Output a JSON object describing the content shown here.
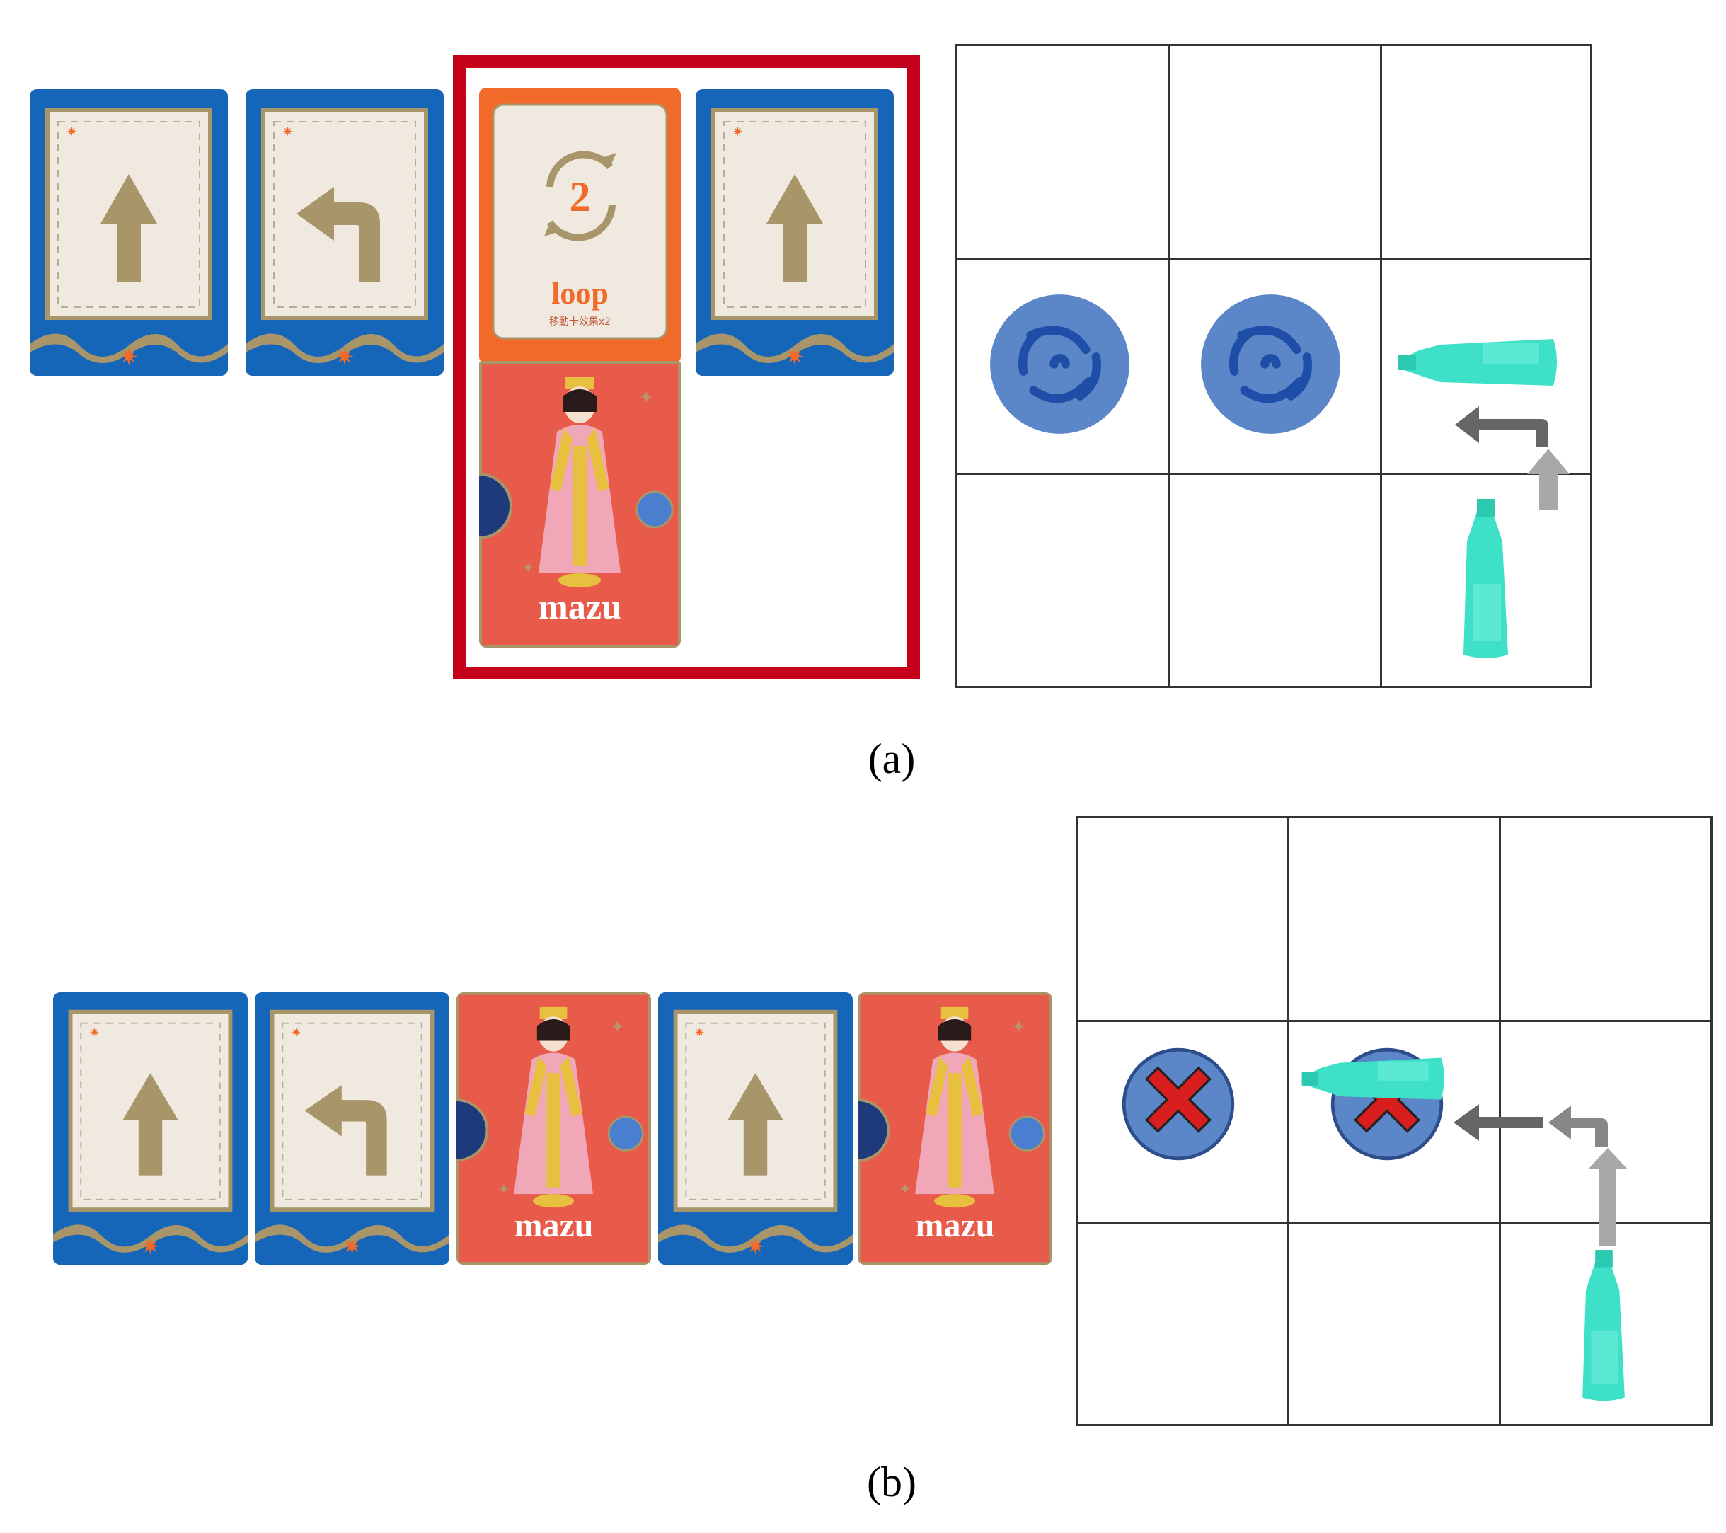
{
  "panel_a": {
    "caption": "(a)",
    "cards": [
      {
        "type": "move",
        "icon": "forward-arrow-icon"
      },
      {
        "type": "move",
        "icon": "turn-left-arrow-icon"
      },
      {
        "type": "loop",
        "count": "2",
        "title": "loop",
        "subtitle": "移動卡效果x2",
        "icon": "loop-icon"
      },
      {
        "type": "mazu",
        "label": "mazu",
        "icon": "mazu-goddess-icon"
      },
      {
        "type": "move",
        "icon": "forward-arrow-icon"
      }
    ],
    "board": {
      "rows": 3,
      "cols": 3,
      "vortices": [
        [
          1,
          0
        ],
        [
          1,
          1
        ]
      ],
      "boat_start": [
        2,
        2
      ],
      "boat_end": [
        1,
        2
      ]
    }
  },
  "panel_b": {
    "caption": "(b)",
    "cards": [
      {
        "type": "move",
        "icon": "forward-arrow-icon"
      },
      {
        "type": "move",
        "icon": "turn-left-arrow-icon"
      },
      {
        "type": "mazu",
        "label": "mazu",
        "icon": "mazu-goddess-icon"
      },
      {
        "type": "move",
        "icon": "forward-arrow-icon"
      },
      {
        "type": "mazu",
        "label": "mazu",
        "icon": "mazu-goddess-icon"
      }
    ],
    "board": {
      "rows": 3,
      "cols": 3,
      "vortices_cleared": [
        [
          1,
          0
        ],
        [
          1,
          1
        ]
      ],
      "boat_start": [
        2,
        2
      ],
      "boat_end": [
        1,
        1
      ]
    }
  },
  "colors": {
    "blue_card": "#1565b8",
    "red_card": "#e85a4a",
    "orange": "#f26a2a",
    "gold": "#a8956a",
    "cream": "#efe9df",
    "selection": "#c4001a",
    "vortex": "#5b86c7",
    "boat": "#3ee0c8",
    "cross": "#d81e1e"
  }
}
